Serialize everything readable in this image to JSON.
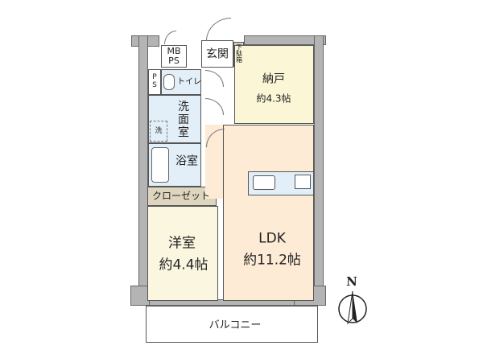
{
  "rooms": {
    "entrance": "玄関",
    "shoe_box": "下駄箱",
    "storage": {
      "name": "納戸",
      "area": "約4.3帖"
    },
    "mbps": "MB\nPS",
    "ps": "P\nS",
    "toilet": "トイレ",
    "washroom": "洗面室",
    "washer": "洗",
    "bath": "浴室",
    "closet": "クローゼット",
    "western_room": {
      "name": "洋室",
      "area": "約4.4帖"
    },
    "ldk": {
      "name": "LDK",
      "area": "約11.2帖"
    },
    "balcony": "バルコニー"
  },
  "compass": {
    "label": "N"
  },
  "colors": {
    "storage": "#fbf6d6",
    "ldk": "#fdebd6",
    "wet": "#e3eff8",
    "closet": "#ddd5bd",
    "western": "#fbf6e0",
    "wall": "#b4b4b4"
  }
}
